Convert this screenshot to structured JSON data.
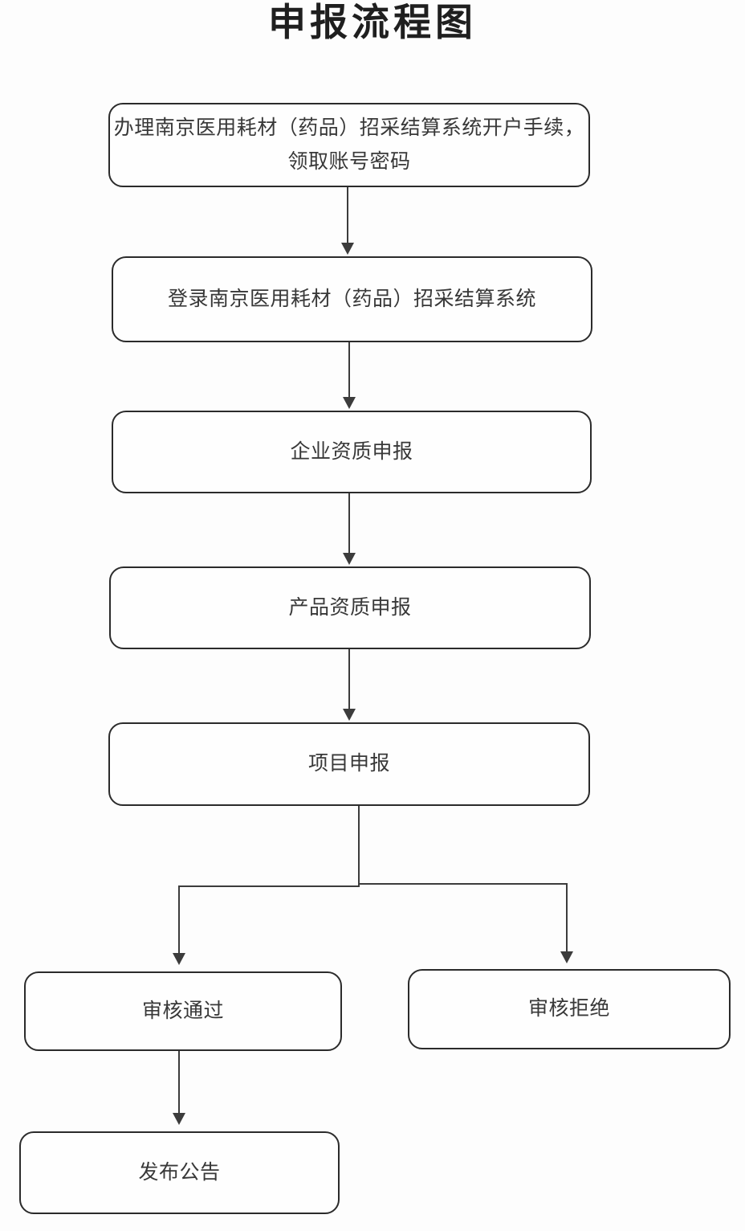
{
  "title": "申报流程图",
  "colors": {
    "background": "#fdfdfd",
    "box_border": "#2b2b2b",
    "box_fill": "#fefefe",
    "text": "#383838",
    "connector": "#3c3c3c"
  },
  "flow": {
    "nodes": [
      {
        "id": "open-account",
        "label": "办理南京医用耗材（药品）招采结算系统开户手续，领取账号密码",
        "line1": "办理南京医用耗材（药品）招采结算系统开户手续，",
        "line2": "领取账号密码"
      },
      {
        "id": "login",
        "label": "登录南京医用耗材（药品）招采结算系统"
      },
      {
        "id": "enterprise-qualification",
        "label": "企业资质申报"
      },
      {
        "id": "product-qualification",
        "label": "产品资质申报"
      },
      {
        "id": "project-declaration",
        "label": "项目申报"
      },
      {
        "id": "review-approved",
        "label": "审核通过"
      },
      {
        "id": "review-rejected",
        "label": "审核拒绝"
      },
      {
        "id": "publish-announcement",
        "label": "发布公告"
      }
    ],
    "edges": [
      {
        "from": "open-account",
        "to": "login"
      },
      {
        "from": "login",
        "to": "enterprise-qualification"
      },
      {
        "from": "enterprise-qualification",
        "to": "product-qualification"
      },
      {
        "from": "product-qualification",
        "to": "project-declaration"
      },
      {
        "from": "project-declaration",
        "to": "review-approved"
      },
      {
        "from": "project-declaration",
        "to": "review-rejected"
      },
      {
        "from": "review-approved",
        "to": "publish-announcement"
      }
    ]
  }
}
